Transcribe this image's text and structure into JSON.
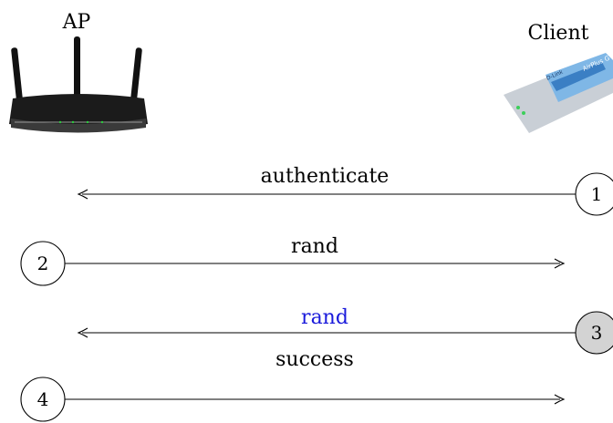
{
  "nodes": {
    "ap_label": "AP",
    "client_label": "Client",
    "card_brand": "D-Link",
    "card_product": "AirPlus G"
  },
  "messages": [
    {
      "step": "1",
      "label": "authenticate",
      "direction": "client-to-ap",
      "highlight": false
    },
    {
      "step": "2",
      "label": "rand",
      "direction": "ap-to-client",
      "highlight": false
    },
    {
      "step": "3",
      "label": "rand",
      "direction": "client-to-ap",
      "highlight": true
    },
    {
      "step": "4",
      "label": "success",
      "direction": "ap-to-client",
      "highlight": false
    }
  ],
  "colors": {
    "highlight_text": "#1a1adb",
    "highlight_fill": "#d3d3d3",
    "default_fill": "#ffffff",
    "line": "#000000"
  }
}
